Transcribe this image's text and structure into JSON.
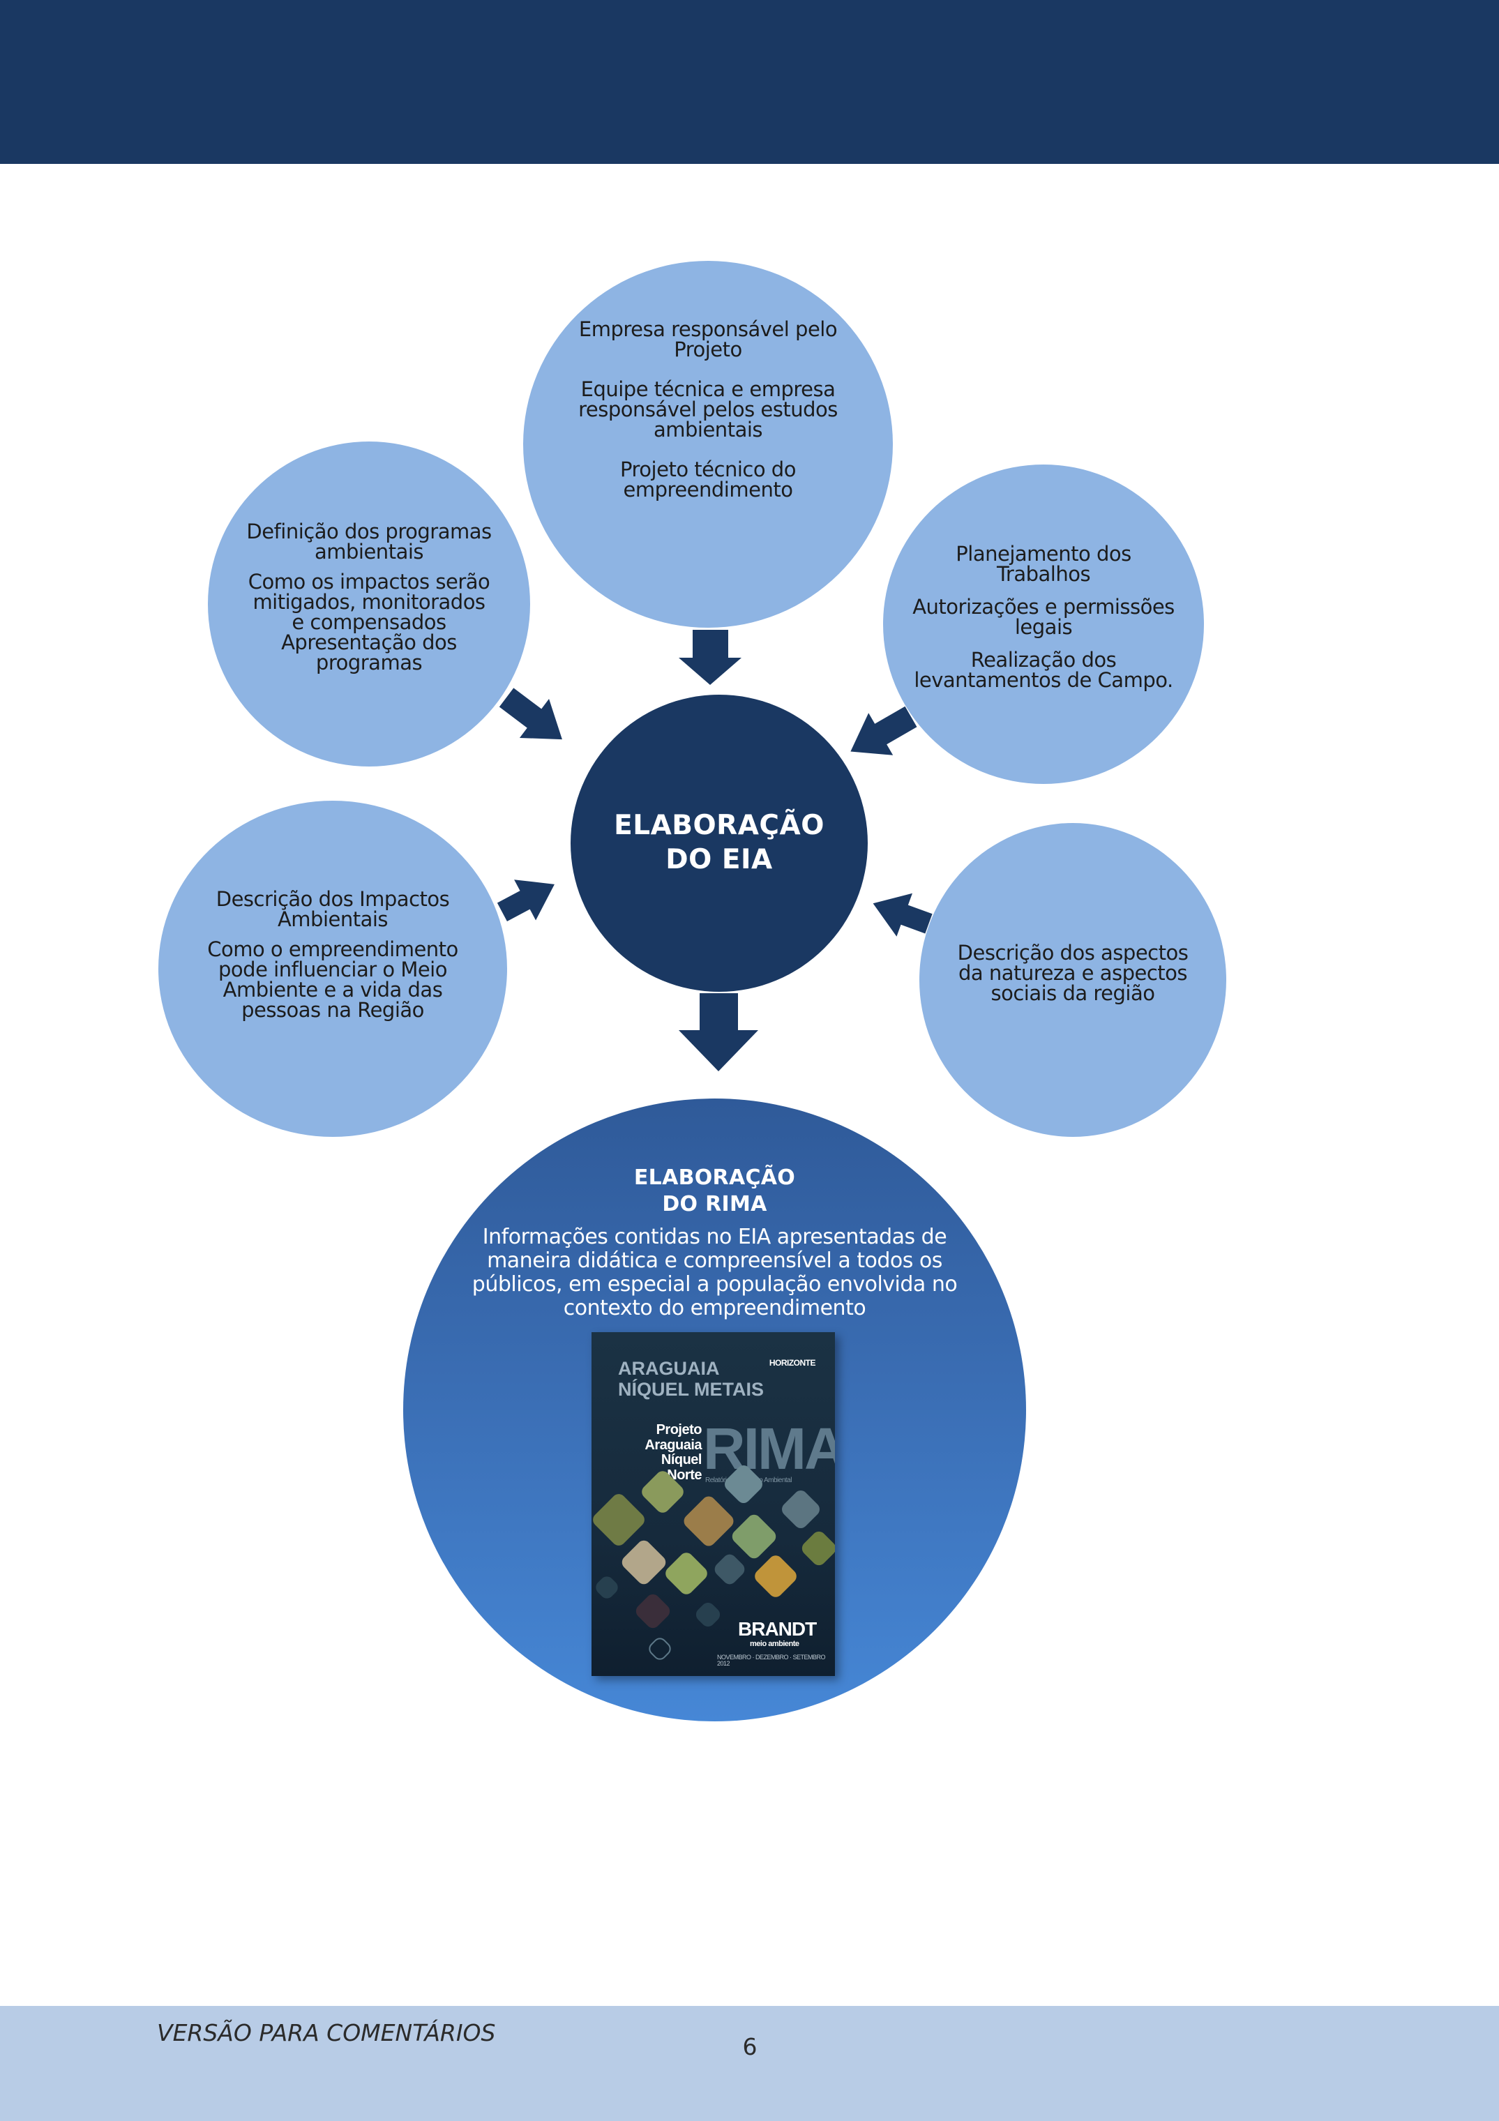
{
  "colors": {
    "header": "#1a3862",
    "footer": "#b8cce6",
    "light_circle": "#8eb4e3",
    "dark_circle": "#1a3862",
    "rima_top": "#2f5a99",
    "rima_bottom": "#4687d6"
  },
  "diagram": {
    "center": {
      "line1": "ELABORAÇÃO",
      "line2": "DO EIA"
    },
    "top": {
      "item1": "Empresa responsável pelo Projeto",
      "item2": "Equipe técnica e empresa responsável pelos estudos ambientais",
      "item3": "Projeto técnico do empreendimento"
    },
    "left": {
      "item1": "Definição dos programas ambientais",
      "item2": "Como os impactos serão mitigados, monitorados e compensados Apresentação dos programas"
    },
    "right": {
      "item1": "Planejamento dos Trabalhos",
      "item2": "Autorizações e permissões legais",
      "item3": "Realização dos levantamentos de Campo."
    },
    "lower_left": {
      "item1": "Descrição dos Impactos Ambientais",
      "item2": "Como o empreendimento pode influenciar o Meio Ambiente e a vida das pessoas na Região"
    },
    "lower_right": {
      "item1": "Descrição dos aspectos da natureza e aspectos sociais da região"
    },
    "rima": {
      "title1": "ELABORAÇÃO",
      "title2": "DO RIMA",
      "description": "Informações contidas no EIA apresentadas de maneira didática e compreensível a todos os públicos, em especial a população envolvida no contexto do empreendimento"
    }
  },
  "cover": {
    "brand_line1": "ARAGUAIA",
    "brand_line2": "NÍQUEL METAIS",
    "horizonte": "HORIZONTE",
    "project_line1": "Projeto",
    "project_line2": "Araguaia",
    "project_line3": "Níquel",
    "project_line4": "Norte",
    "rima": "RIMA",
    "subtitle": "Relatório de Impacto Ambiental",
    "brandt": "BRANDT",
    "brandt_sub": "meio ambiente",
    "date": "NOVEMBRO · DEZEMBRO · SETEMBRO 2012"
  },
  "footer": {
    "version": "VERSÃO PARA COMENTÁRIOS",
    "page": "6"
  }
}
